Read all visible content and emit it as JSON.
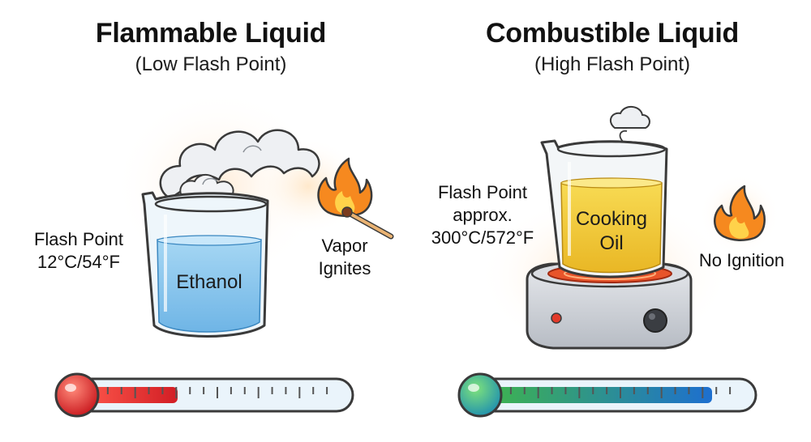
{
  "left": {
    "title": "Flammable Liquid",
    "subtitle": "(Low Flash Point)",
    "flash_point": [
      "Flash Point",
      "12°C/54°F"
    ],
    "liquid": "Ethanol",
    "vapor_note": [
      "Vapor",
      "Ignites"
    ],
    "thermometer_level": 0.38,
    "colors": {
      "liquid": "#8ec9ee",
      "thermo": "#e0262a",
      "flame": "#f6891f"
    }
  },
  "right": {
    "title": "Combustible Liquid",
    "subtitle": "(High Flash Point)",
    "flash_point": [
      "Flash Point",
      "approx.",
      "300°C/572°F"
    ],
    "liquid": [
      "Cooking",
      "Oil"
    ],
    "note": "No Ignition",
    "thermometer_level": 0.88,
    "colors": {
      "liquid": "#f3cf3a",
      "thermo_start": "#3fb64a",
      "thermo_end": "#1d6fd0",
      "hotplate": "#e8542a"
    }
  }
}
